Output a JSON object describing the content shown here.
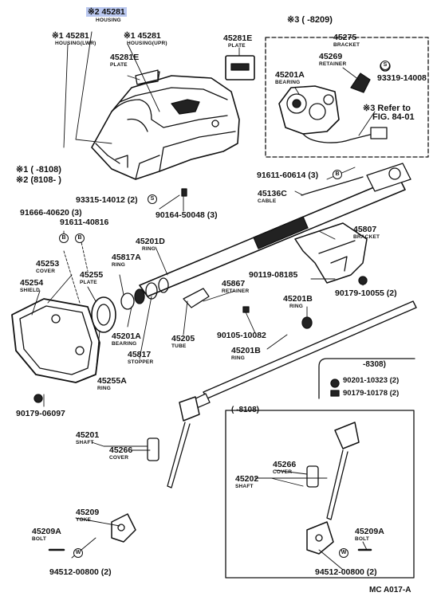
{
  "diagram_id": "MC A017-A",
  "headers": {
    "h1_code": "※1",
    "h1_range": "(      -8108)",
    "h2_code": "※2",
    "h2_range": "(8108-      )",
    "h3_code": "※3",
    "h3_range": "(      -8209)",
    "inset_8308": "-8308)",
    "inset_8108": "(      -8108)"
  },
  "parts": {
    "p45281_top": {
      "num": "※2 45281",
      "name": "HOUSING"
    },
    "p45281_lwr": {
      "num": "※1 45281",
      "name": "HOUSING(LWR)"
    },
    "p45281_upr": {
      "num": "※1 45281",
      "name": "HOUSING(UPR)"
    },
    "p45281e_plate_a": {
      "num": "45281E",
      "name": "PLATE"
    },
    "p45281e_plate_b": {
      "num": "45281E",
      "name": "PLATE"
    },
    "p45275": {
      "num": "45275",
      "name": "BRACKET"
    },
    "p45269": {
      "num": "45269",
      "name": "RETAINER"
    },
    "p45201a_top": {
      "num": "45201A",
      "name": "BEARING"
    },
    "p93319": {
      "num": "93319-14008",
      "name": ""
    },
    "refer": {
      "num": "※3 Refer to",
      "name": "FIG. 84-01"
    },
    "p91611_60614": {
      "num": "91611-60614 (3)",
      "name": ""
    },
    "p45136c": {
      "num": "45136C",
      "name": "CABLE"
    },
    "p93315": {
      "num": "93315-14012 (2)",
      "name": ""
    },
    "p90164": {
      "num": "90164-50048 (3)",
      "name": ""
    },
    "p91666": {
      "num": "91666-40620 (3)",
      "name": ""
    },
    "p91611_40816": {
      "num": "91611-40816",
      "name": ""
    },
    "p45201d": {
      "num": "45201D",
      "name": "RING"
    },
    "p45807": {
      "num": "45807",
      "name": "BRACKET"
    },
    "p45253": {
      "num": "45253",
      "name": "COVER"
    },
    "p45254": {
      "num": "45254",
      "name": "SHIELD"
    },
    "p45255": {
      "num": "45255",
      "name": "PLATE"
    },
    "p45817a": {
      "num": "45817A",
      "name": "RING"
    },
    "p90119": {
      "num": "90119-08185",
      "name": ""
    },
    "p45867": {
      "num": "45867",
      "name": "RETAINER"
    },
    "p90179_10055": {
      "num": "90179-10055 (2)",
      "name": ""
    },
    "p45201b_a": {
      "num": "45201B",
      "name": "RING"
    },
    "p90105": {
      "num": "90105-10082",
      "name": ""
    },
    "p45201a_mid": {
      "num": "45201A",
      "name": "BEARING"
    },
    "p45205": {
      "num": "45205",
      "name": "TUBE"
    },
    "p45201b_b": {
      "num": "45201B",
      "name": "RING"
    },
    "p45817": {
      "num": "45817",
      "name": "STOPPER"
    },
    "p45255a": {
      "num": "45255A",
      "name": "RING"
    },
    "p90201": {
      "num": "90201-10323 (2)",
      "name": ""
    },
    "p90179_10178": {
      "num": "90179-10178 (2)",
      "name": ""
    },
    "p90179_06097": {
      "num": "90179-06097",
      "name": ""
    },
    "p45201": {
      "num": "45201",
      "name": "SHAFT"
    },
    "p45266_a": {
      "num": "45266",
      "name": "COVER"
    },
    "p45266_b": {
      "num": "45266",
      "name": "COVER"
    },
    "p45202": {
      "num": "45202",
      "name": "SHAFT"
    },
    "p45209": {
      "num": "45209",
      "name": "YOKE"
    },
    "p45209a_a": {
      "num": "45209A",
      "name": "BOLT"
    },
    "p45209a_b": {
      "num": "45209A",
      "name": "BOLT"
    },
    "p94512_a": {
      "num": "94512-00800 (2)",
      "name": ""
    },
    "p94512_b": {
      "num": "94512-00800 (2)",
      "name": ""
    }
  },
  "symbols": {
    "b": "B",
    "s": "S",
    "w": "W"
  },
  "colors": {
    "ink": "#111111",
    "highlight": "#b9c7ef"
  }
}
